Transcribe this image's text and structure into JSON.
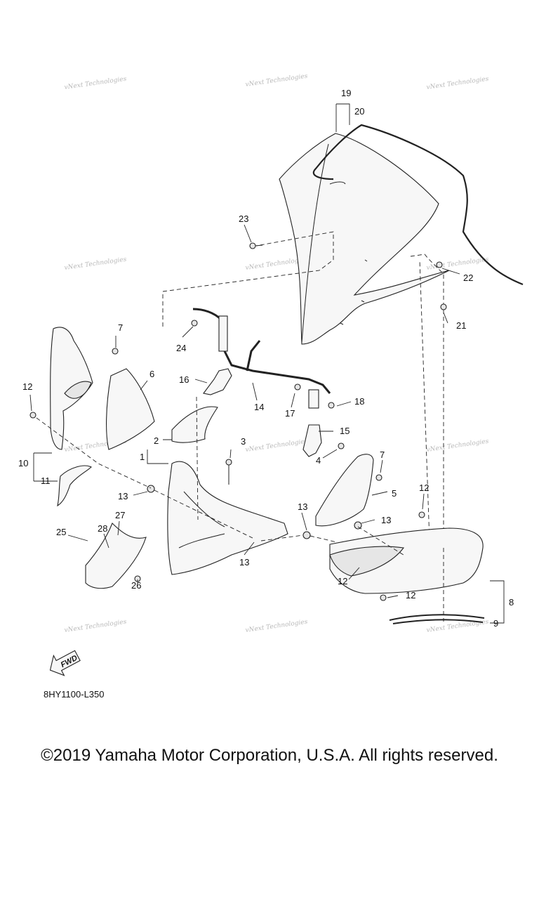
{
  "diagram": {
    "reference_code": "8HY1100-L350",
    "fwd_label": "FWD",
    "watermark": "vNext Technologies",
    "callouts": [
      "1",
      "2",
      "3",
      "4",
      "5",
      "6",
      "7",
      "8",
      "9",
      "10",
      "11",
      "12",
      "13",
      "14",
      "15",
      "16",
      "17",
      "18",
      "19",
      "20",
      "21",
      "22",
      "23",
      "24",
      "25",
      "26",
      "27",
      "28"
    ]
  },
  "footer": {
    "copyright": "©2019 Yamaha Motor Corporation, U.S.A. All rights reserved."
  }
}
